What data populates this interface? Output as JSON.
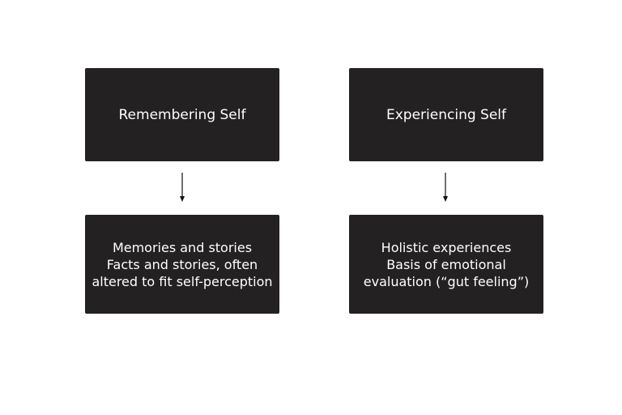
{
  "diagram": {
    "columns": [
      {
        "title": "Remembering Self",
        "details": [
          "Memories and stories",
          "Facts and stories, often",
          "altered to fit self-perception"
        ]
      },
      {
        "title": "Experiencing Self",
        "details": [
          "Holistic experiences",
          "Basis of emotional",
          "evaluation (“gut feeling”)"
        ]
      }
    ],
    "colors": {
      "box_fill": "#232121",
      "box_text": "#ffffff",
      "arrow": "#111111",
      "background": "#ffffff"
    }
  }
}
